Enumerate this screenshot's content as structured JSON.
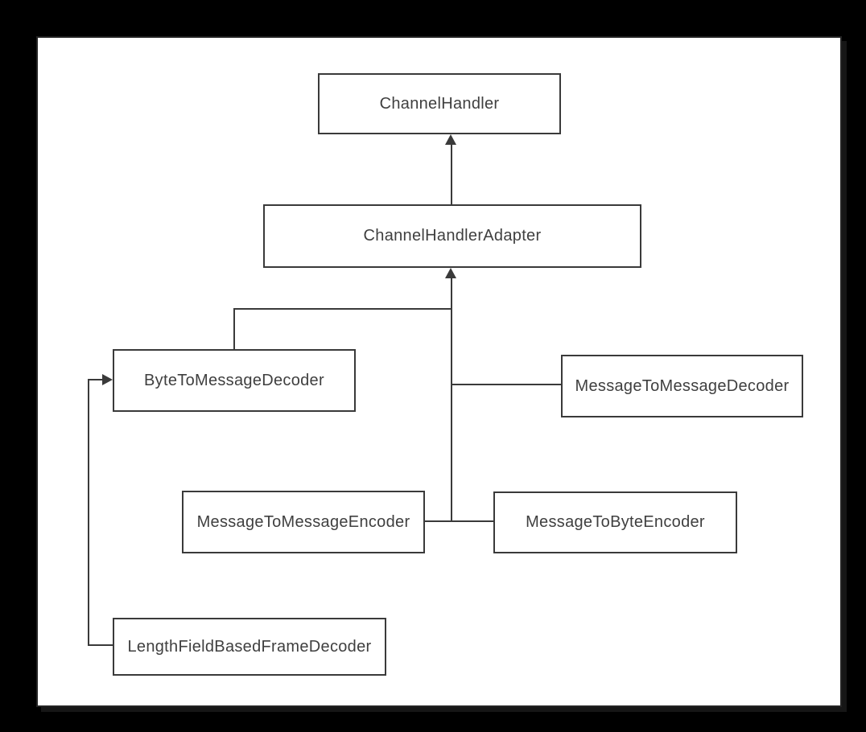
{
  "diagram": {
    "type": "class-hierarchy",
    "colors": {
      "page_background": "#000000",
      "canvas_background": "#ffffff",
      "stroke": "#3a3a3a",
      "text": "#3f3f3f"
    },
    "nodes": [
      {
        "id": "channel-handler",
        "label": "ChannelHandler"
      },
      {
        "id": "channel-handler-adapter",
        "label": "ChannelHandlerAdapter"
      },
      {
        "id": "byte-to-message-decoder",
        "label": "ByteToMessageDecoder"
      },
      {
        "id": "message-to-message-decoder",
        "label": "MessageToMessageDecoder"
      },
      {
        "id": "message-to-message-encoder",
        "label": "MessageToMessageEncoder"
      },
      {
        "id": "message-to-byte-encoder",
        "label": "MessageToByteEncoder"
      },
      {
        "id": "length-field-based-frame-decoder",
        "label": "LengthFieldBasedFrameDecoder"
      }
    ],
    "edges": [
      {
        "from": "ChannelHandlerAdapter",
        "to": "ChannelHandler",
        "arrowhead": true
      },
      {
        "from": "ByteToMessageDecoder",
        "to": "ChannelHandlerAdapter",
        "arrowhead": false
      },
      {
        "from": "MessageToMessageDecoder",
        "to": "ChannelHandlerAdapter",
        "arrowhead": false
      },
      {
        "from": "MessageToMessageEncoder",
        "to": "ChannelHandlerAdapter",
        "arrowhead": false
      },
      {
        "from": "MessageToByteEncoder",
        "to": "ChannelHandlerAdapter",
        "arrowhead": false
      },
      {
        "from": "LengthFieldBasedFrameDecoder",
        "to": "ByteToMessageDecoder",
        "arrowhead": true
      }
    ]
  }
}
